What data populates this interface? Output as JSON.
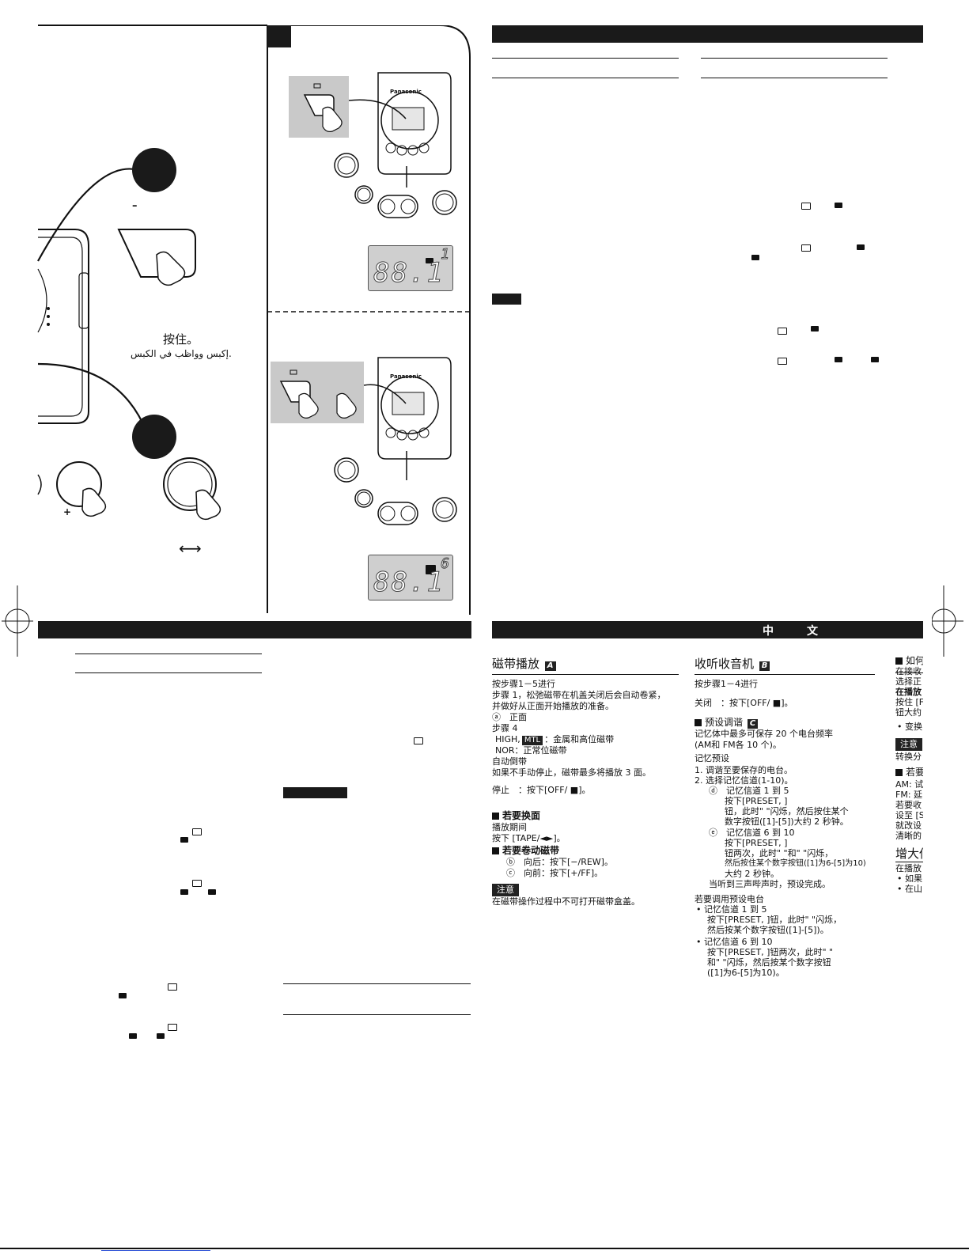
{
  "left_panel": {
    "minus_sign": "–",
    "plus_sign": "+",
    "press_hold_cn": "按住。",
    "press_hold_ar": "إكبس وواظب في الكبس.",
    "swap_arrow": "⟷"
  },
  "panel_c": {
    "panel_letter": "",
    "brand": "Panasonic",
    "lcd_top": "88.1",
    "lcd_top_ch": "1",
    "lcd_bottom": "88.1",
    "lcd_bottom_ch": "6"
  },
  "bottom_section": {
    "language_header": "中　　　文"
  },
  "cn_col1": {
    "title": "磁带播放",
    "title_badge": "A",
    "lines": [
      "按步骤1－5进行",
      "步骤 1，松弛磁带在机盖关闭后会自动卷紧，",
      "并做好从正面开始播放的准备。",
      "ⓐ　正面",
      "步骤 4",
      "NOR：正常位磁带",
      "自动倒带",
      "如果不手动停止，磁带最多将播放 3 面。"
    ],
    "high_prefix": "HIGH,",
    "high_badge": "MTL",
    "high_suffix": "：金属和高位磁带",
    "stop_line": "停止　：按下[OFF/ ■]。",
    "change_side_title": "若要换面",
    "change_side_lines": [
      "播放期间",
      "按下 [TAPE/◄►]。"
    ],
    "wind_title": "若要卷动磁带",
    "wind_lines": [
      "ⓑ　向后：按下[−/REW]。",
      "ⓒ　向前：按下[+/FF]。"
    ],
    "note_tag": "注意",
    "note_text": "在磁带操作过程中不可打开磁带盒盖。"
  },
  "cn_col2": {
    "title": "收听收音机",
    "title_badge": "B",
    "steps": "按步骤1－4进行",
    "off_line": "关闭　：按下[OFF/ ■]。",
    "preset_title": "预设调谐",
    "preset_badge": "C",
    "preset_lines": [
      "记忆体中最多可保存 20 个电台频率",
      "(AM和 FM各 10 个)。"
    ],
    "memory_title": "记忆预设",
    "memory_lines": [
      "1.  调谐至要保存的电台。",
      "2.  选择记忆信道(1-10)。",
      "ⓓ　记忆信道 1 到 5",
      "按下[PRESET, ]",
      "钮，此时\" \"闪烁，然后按住某个",
      "数字按钮([1]-[5])大约 2 秒钟。",
      "ⓔ　记忆信道 6 到 10",
      "按下[PRESET, ]",
      "钮两次，此时\" \"和\" \"闪烁，",
      "然后按住某个数字按钮([1]为6-[5]为10)",
      "大约 2 秒钟。",
      "当听到三声哔声时，预设完成。"
    ],
    "recall_title": "若要调用预设电台",
    "recall_lines": [
      "•  记忆信道 1 到 5",
      "按下[PRESET, ]钮，此时\" \"闪烁，",
      "然后按某个数字按钮([1]-[5])。",
      "•  记忆信道 6 到 10",
      "按下[PRESET, ]钮两次，此时\" \"",
      "和\" \"闪烁，然后按某个数字按钮",
      "([1]为6-[5]为10)。"
    ]
  },
  "cn_col3": {
    "title1": "如何",
    "lines1": [
      "在接收",
      "选择正",
      "在播放",
      "按住 [F",
      "钮大约",
      "•  变换"
    ],
    "note_tag": "注意",
    "note_text": "转换分",
    "title2": "若要",
    "lines2": [
      "AM: 试",
      "FM: 延",
      "若要收",
      "设至 [S",
      "就改设",
      "清晰的"
    ],
    "title3": "增大低",
    "lines3": [
      "在播放",
      "•  如果",
      "•  在山"
    ]
  }
}
